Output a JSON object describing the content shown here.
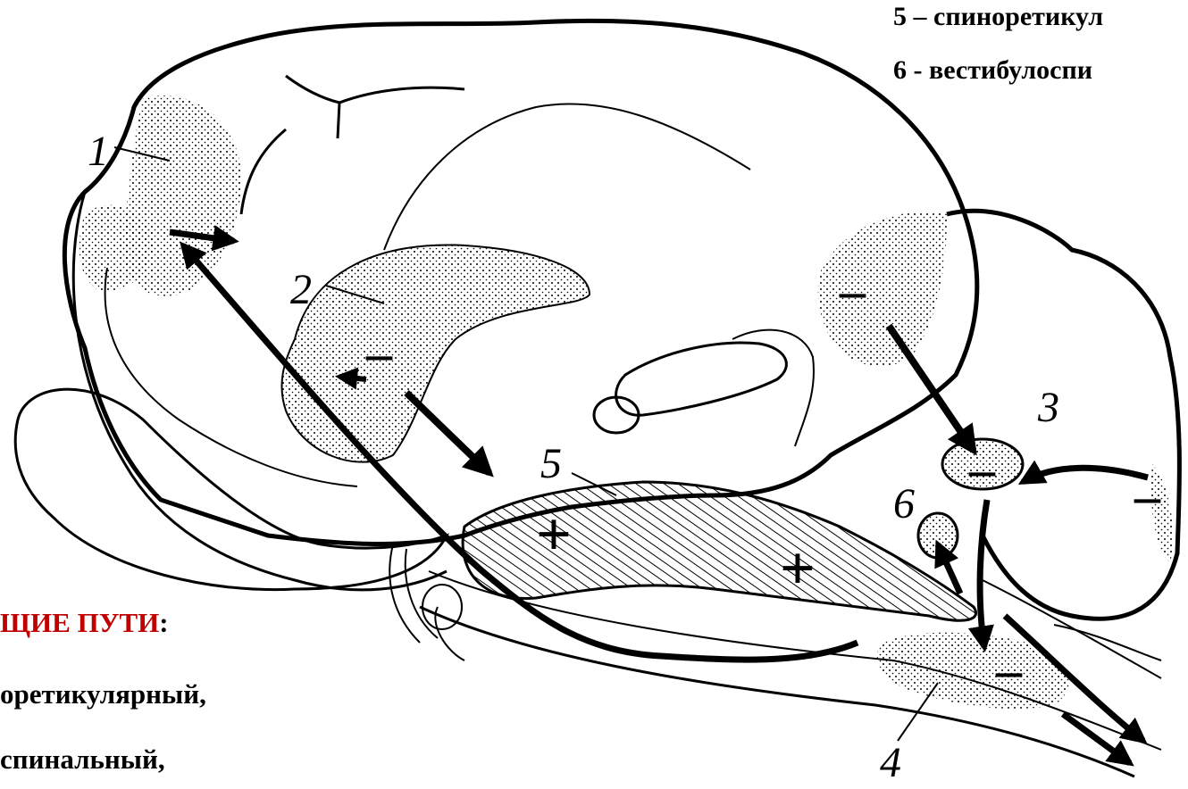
{
  "legend_top": {
    "line5": "5 – спиноретикул",
    "line6": "6 -  вестибулоспи"
  },
  "legend_left": {
    "heading_red": "ЩИЕ ПУТИ",
    "heading_colon": ":",
    "line1": "оретикулярный,",
    "line2": "спинальный,"
  },
  "region_numbers": {
    "n1": "1",
    "n2": "2",
    "n3": "3",
    "n4": "4",
    "n5": "5",
    "n6": "6"
  },
  "signs": {
    "plus": "+",
    "minus": "–"
  },
  "colors": {
    "ink": "#000000",
    "accent_red": "#c00000",
    "background": "#ffffff"
  }
}
